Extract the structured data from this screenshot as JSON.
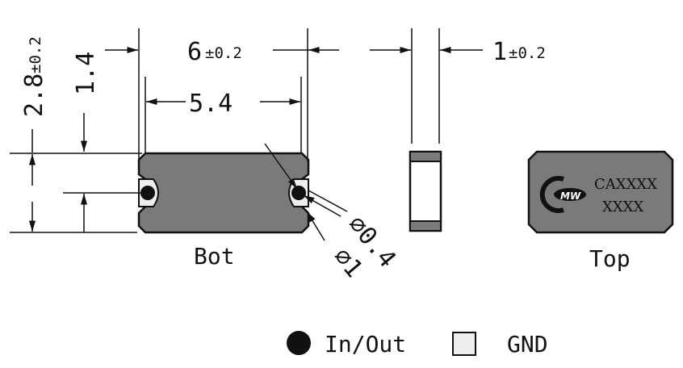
{
  "dimensions": {
    "length_main": "6",
    "length_tol": "±0.2",
    "inner_length": "5.4",
    "width_main": "2.8",
    "width_tol": "±0.2",
    "pad_offset": "1.4",
    "thickness_main": "1",
    "thickness_tol": "±0.2",
    "hole_diameter": "⌀0.4",
    "pad_diameter": "⌀1"
  },
  "views": {
    "bottom_label": "Bot",
    "top_label": "Top"
  },
  "marking": {
    "line1": "CAXXXX",
    "line2": "XXXX",
    "logo_text": "MW"
  },
  "legend": {
    "inout_label": "In/Out",
    "gnd_label": "GND"
  },
  "colors": {
    "body_fill": "#7a7a7a",
    "gnd_fill": "#eeeeee",
    "line": "#111111"
  }
}
